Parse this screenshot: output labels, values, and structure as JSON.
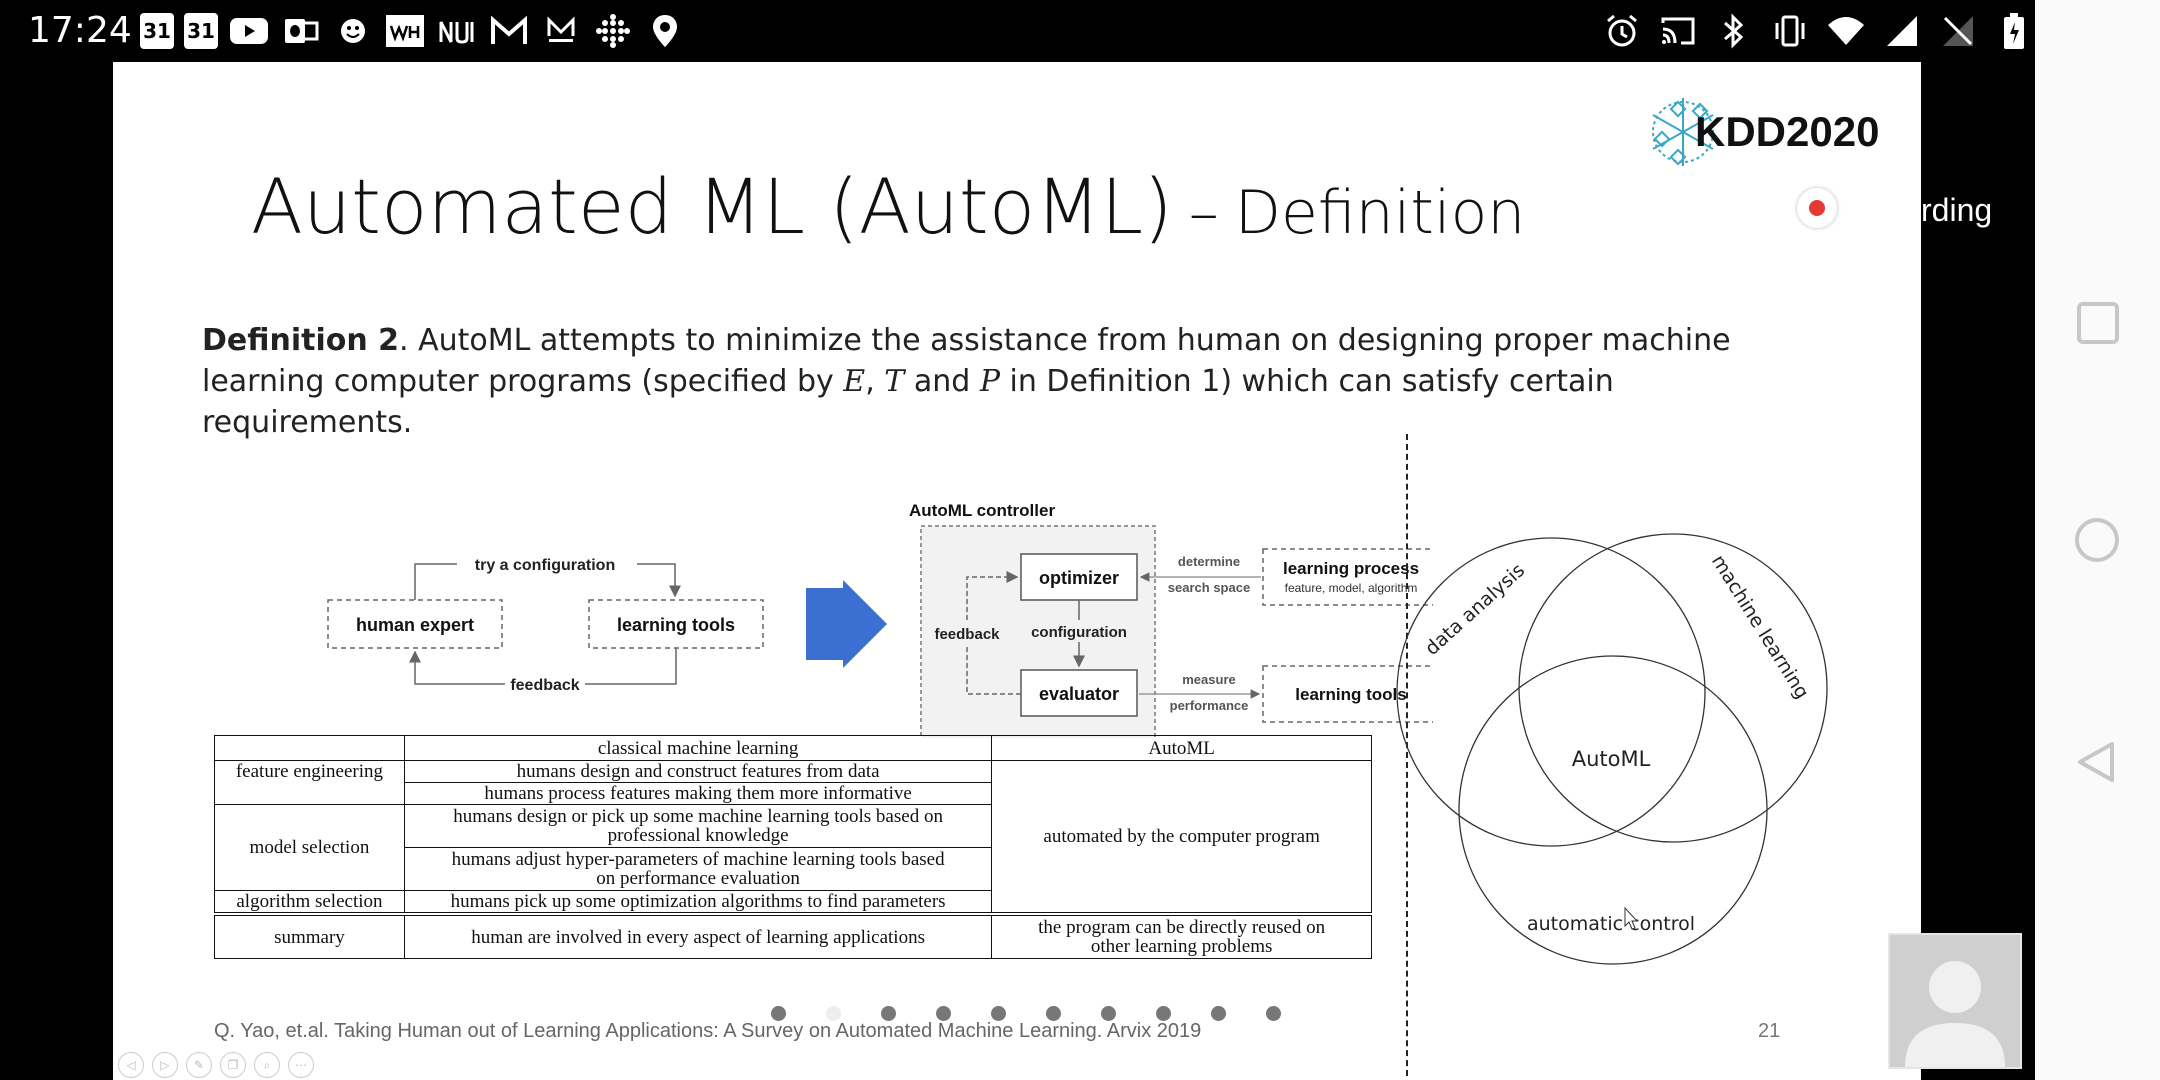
{
  "status_bar": {
    "time": "17:24",
    "left_icons": [
      "calendar-icon",
      "calendar-icon",
      "youtube-icon",
      "outlook-icon",
      "smiley-icon",
      "whova-icon",
      "nu-icon",
      "gmail-icon",
      "medium-icon",
      "dots-grid-icon",
      "location-icon"
    ],
    "calendar_day": "31",
    "right_icons": [
      "alarm-icon",
      "cast-icon",
      "bluetooth-icon",
      "vibrate-icon",
      "wifi-icon",
      "signal-icon",
      "no-signal-icon",
      "battery-icon"
    ]
  },
  "side_overlay": {
    "recording_label": "rding"
  },
  "slide": {
    "title_main": "Automated ML (AutoML)",
    "title_sep": "–",
    "title_sub": "Definition",
    "logo_text": "KDD2020",
    "definition": {
      "label": "Definition 2",
      "text_1": ". AutoML attempts to minimize the assistance from human on designing proper machine",
      "text_2": "learning computer programs (specified by ",
      "var_e": "E",
      "comma": ", ",
      "var_t": "T",
      "and": " and ",
      "var_p": "P",
      "text_3": " in Definition 1) which can satisfy certain requirements."
    },
    "diagram": {
      "try_config": "try a configuration",
      "human_expert": "human expert",
      "learning_tools": "learning tools",
      "feedback": "feedback",
      "controller_title": "AutoML controller",
      "optimizer": "optimizer",
      "configuration": "configuration",
      "evaluator": "evaluator",
      "ctrl_feedback": "feedback",
      "determine_1": "determine",
      "determine_2": "search space",
      "learning_process": "learning process",
      "learning_process_sub": "feature, model, algorithm",
      "measure_1": "measure",
      "measure_2": "performance",
      "learning_tools_right": "learning tools"
    },
    "venn": {
      "data_analysis": "data analysis",
      "machine_learning": "machine learning",
      "automl": "AutoML",
      "automatic_control": "automatic control"
    },
    "table": {
      "header_classical": "classical machine learning",
      "header_automl": "AutoML",
      "feature_engineering": "feature engineering",
      "fe_1": "humans design and construct features from data",
      "fe_2": "humans process features making them more informative",
      "model_selection": "model selection",
      "ms_1a": "humans design or pick up some machine learning tools based on",
      "ms_1b": "professional knowledge",
      "ms_2a": "humans adjust hyper-parameters of machine learning tools based",
      "ms_2b": "on performance evaluation",
      "algorithm_selection": "algorithm selection",
      "as_1": "humans pick up some optimization algorithms to find parameters",
      "automated": "automated by the computer program",
      "summary": "summary",
      "summary_classical": "human are involved in every aspect of learning applications",
      "summary_automl_a": "the program can be directly reused on",
      "summary_automl_b": "other learning problems"
    },
    "pagination": {
      "total": 10,
      "active_index": 1
    },
    "citation": "Q. Yao, et.al. Taking Human out of Learning Applications: A Survey on Automated Machine Learning. Arvix 2019",
    "page_number": "21"
  },
  "colors": {
    "arrow_blue": "#3b6fd0",
    "record_red": "#e53935"
  }
}
